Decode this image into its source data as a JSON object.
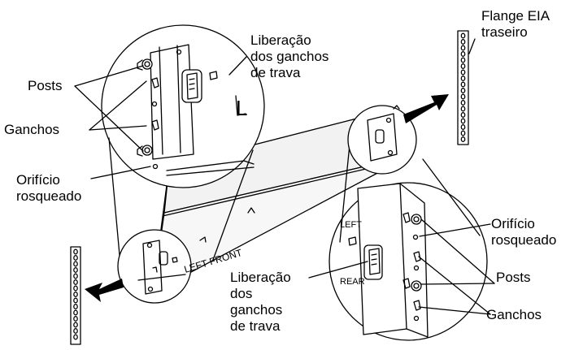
{
  "labels": {
    "flange_rear": "Flange EIA\ntraseiro",
    "release_top": "Liberação\ndos ganchos\nde trava",
    "posts_left": "Posts",
    "hooks_left": "Ganchos",
    "threaded_left": "Orifício\nrosqueado",
    "release_bottom": "Liberação\ndos\nganchos\nde trava",
    "threaded_right": "Orifício\nrosqueado",
    "posts_right": "Posts",
    "hooks_right": "Ganchos",
    "rail_front_marking": "LEFT FRONT",
    "bracket_left_marking": "LEFT",
    "bracket_rear_marking": "REAR",
    "side_mark_L": "L"
  },
  "colors": {
    "line": "#000000",
    "background": "#ffffff",
    "rail_face": "#f2f2f2",
    "arrow_fill": "#000000"
  }
}
